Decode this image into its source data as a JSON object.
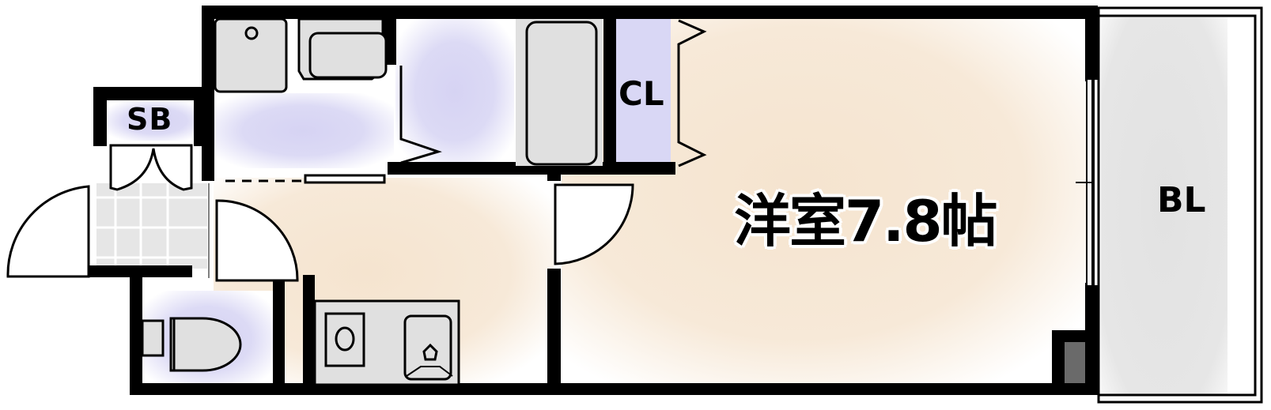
{
  "floor_plan": {
    "labels": {
      "shoe_box": "SB",
      "closet": "CL",
      "balcony": "BL",
      "western_room": "洋室7.8帖"
    },
    "rooms": [
      {
        "id": "western-room",
        "name": "洋室",
        "size_jo": "7.8",
        "unit": "帖"
      },
      {
        "id": "closet",
        "name": "CL"
      },
      {
        "id": "balcony",
        "name": "BL"
      },
      {
        "id": "shoe-box",
        "name": "SB"
      },
      {
        "id": "unit-bath",
        "name": "bathroom"
      },
      {
        "id": "toilet",
        "name": "toilet"
      },
      {
        "id": "kitchen",
        "name": "kitchen"
      },
      {
        "id": "entrance",
        "name": "entrance"
      }
    ],
    "colors": {
      "wall": "#000000",
      "wet_area": "#d8d6f4",
      "living_area": "#f6e6d2",
      "fixture": "#e0e0e0",
      "entrance_tile": "#e8e8e8",
      "balcony": "#e6e6e6"
    }
  }
}
